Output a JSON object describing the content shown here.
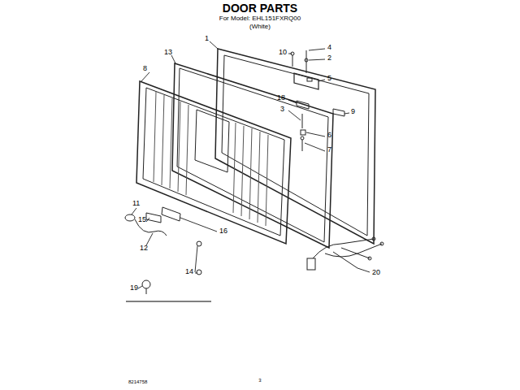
{
  "diagram": {
    "title": "DOOR PARTS",
    "labels": [
      "For Model: EHL151FXRQ00",
      "(White)",
      "1",
      "13",
      "8",
      "10",
      "4",
      "2",
      "5",
      "18",
      "3",
      "9",
      "6",
      "7",
      "11",
      "15",
      "16",
      "12",
      "19",
      "14",
      "20",
      "8214758",
      "3"
    ]
  }
}
